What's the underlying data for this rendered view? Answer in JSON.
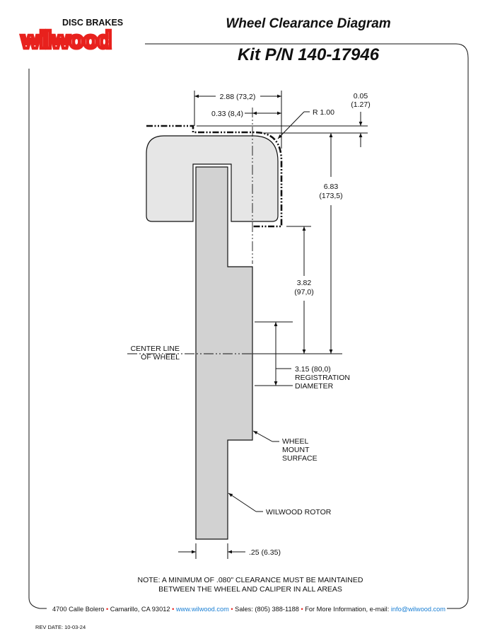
{
  "header": {
    "logo_text": "wilwood",
    "logo_subtext": "DISC BRAKES",
    "title": "Wheel Clearance Diagram",
    "kit_pn": "Kit P/N 140-17946"
  },
  "colors": {
    "brand_red": "#e8211d",
    "link_blue": "#1a7fd4",
    "wheel_fill": "#e6e6e6",
    "rotor_fill": "#d2d2d2"
  },
  "dimensions": {
    "width_288": "2.88 (73,2)",
    "offset_033": "0.33 (8,4)",
    "radius": "R 1.00",
    "gap_in": "0.05",
    "gap_mm": "(1.27)",
    "height_in": "6.83",
    "height_mm": "(173,5)",
    "mount_in": "3.82",
    "mount_mm": "(97,0)",
    "reg_value": "3.15 (80,0)",
    "reg_line1": "REGISTRATION",
    "reg_line2": "DIAMETER",
    "thickness": ".25 (6.35)"
  },
  "labels": {
    "center_line_1": "CENTER LINE",
    "center_line_2": "OF WHEEL",
    "wheel_mount_1": "WHEEL",
    "wheel_mount_2": "MOUNT",
    "wheel_mount_3": "SURFACE",
    "rotor": "WILWOOD ROTOR"
  },
  "note": {
    "line1": "NOTE: A MINIMUM OF .080\" CLEARANCE MUST BE MAINTAINED",
    "line2": "BETWEEN THE WHEEL AND CALIPER IN ALL AREAS"
  },
  "footer": {
    "address": "4700 Calle Bolero",
    "city": "Camarillo, CA 93012",
    "website": "www.wilwood.com",
    "sales": "Sales: (805) 388-1188",
    "info": "For More Information, e-mail:",
    "email": "info@wilwood.com",
    "separator": "•",
    "rev_date": "REV DATE:  10-03-24"
  }
}
